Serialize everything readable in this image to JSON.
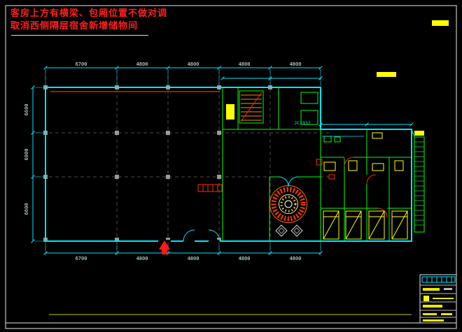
{
  "annotations": {
    "line1": "客房上方有横梁、包厢位置不做对调",
    "line2": "取消西侧隔层宿舍新增储物间"
  },
  "dimensions": {
    "top": [
      "6700",
      "4800",
      "4800",
      "4800",
      "4800"
    ],
    "bottom": [
      "6700",
      "4800",
      "4800",
      "4800",
      "4800"
    ],
    "left": [
      "6600",
      "6000",
      "6600"
    ]
  },
  "labels": {
    "grid_note": "JC1932"
  },
  "colors": {
    "wall": "#00e5ff",
    "partition": "#00ff00",
    "fixture": "#ffff00",
    "alert": "#ff0000",
    "stair_tread": "#ff8c00",
    "grid": "#474747",
    "note_text": "#ff1f1f"
  }
}
